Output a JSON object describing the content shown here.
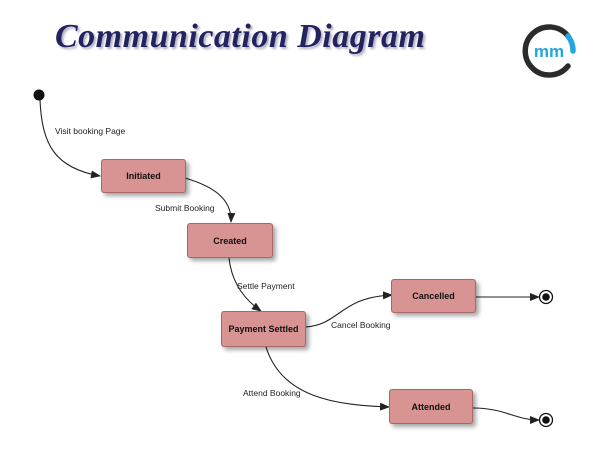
{
  "title": "Communication Diagram",
  "logo": {
    "text": "mm",
    "icon": "cmm-logo",
    "ring_color": "#2b2b2b",
    "accent_color": "#23a6e0"
  },
  "colors": {
    "state_fill": "#d89393",
    "state_border": "#a86666",
    "edge": "#222222",
    "title": "#23235f"
  },
  "states": [
    {
      "id": "initiated",
      "label": "Initiated"
    },
    {
      "id": "created",
      "label": "Created"
    },
    {
      "id": "payment_settled",
      "label": "Payment Settled"
    },
    {
      "id": "cancelled",
      "label": "Cancelled"
    },
    {
      "id": "attended",
      "label": "Attended"
    }
  ],
  "transitions": [
    {
      "from": "initial",
      "to": "initiated",
      "label": "Visit booking Page"
    },
    {
      "from": "initiated",
      "to": "created",
      "label": "Submit Booking"
    },
    {
      "from": "created",
      "to": "payment_settled",
      "label": "Settle Payment"
    },
    {
      "from": "payment_settled",
      "to": "cancelled",
      "label": "Cancel Booking"
    },
    {
      "from": "payment_settled",
      "to": "attended",
      "label": "Attend Booking"
    },
    {
      "from": "cancelled",
      "to": "final_1",
      "label": ""
    },
    {
      "from": "attended",
      "to": "final_2",
      "label": ""
    }
  ]
}
